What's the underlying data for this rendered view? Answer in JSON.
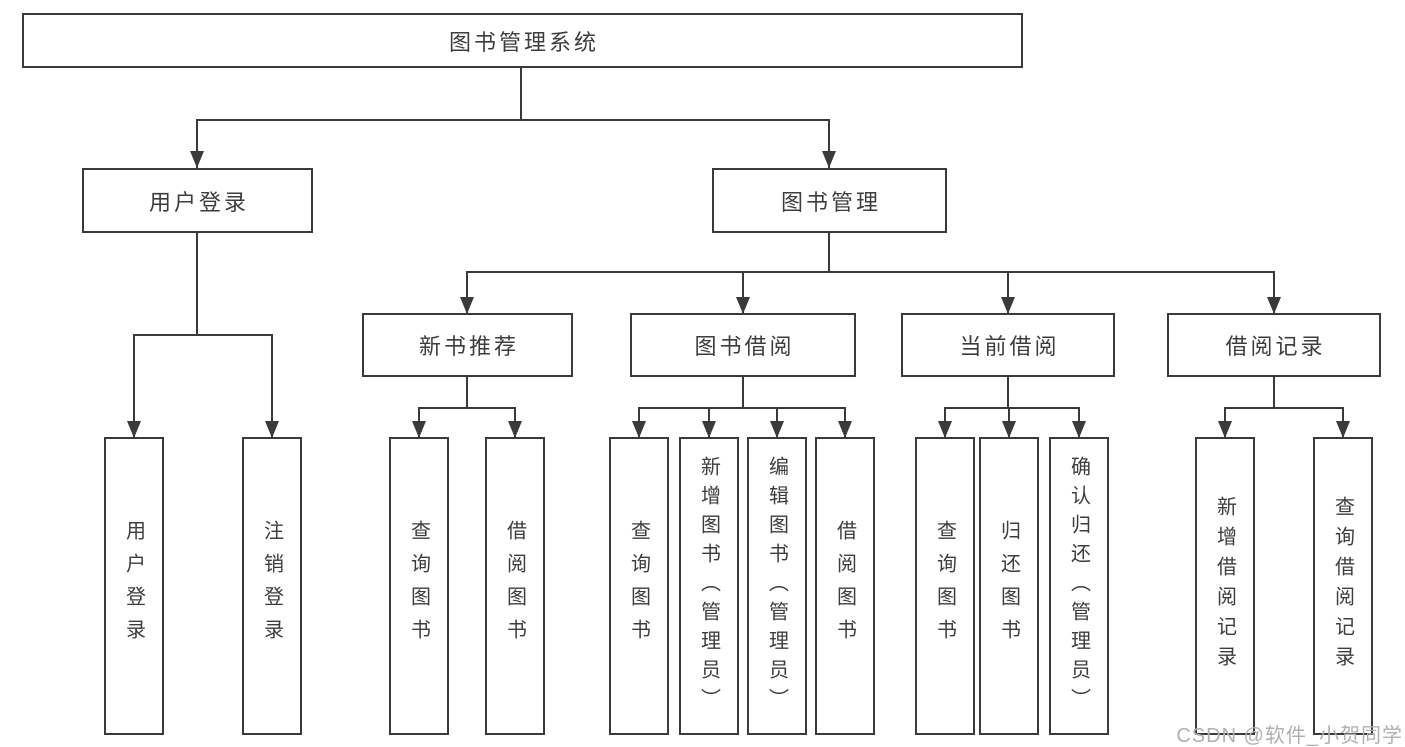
{
  "tree": {
    "label": "图书管理系统",
    "children": [
      {
        "label": "用户登录",
        "children": [
          {
            "label": "用户登录"
          },
          {
            "label": "注销登录"
          }
        ]
      },
      {
        "label": "图书管理",
        "children": [
          {
            "label": "新书推荐",
            "children": [
              {
                "label": "查询图书"
              },
              {
                "label": "借阅图书"
              }
            ]
          },
          {
            "label": "图书借阅",
            "children": [
              {
                "label": "查询图书"
              },
              {
                "label": "新增图书（管理员）"
              },
              {
                "label": "编辑图书（管理员）"
              },
              {
                "label": "借阅图书"
              }
            ]
          },
          {
            "label": "当前借阅",
            "children": [
              {
                "label": "查询图书"
              },
              {
                "label": "归还图书"
              },
              {
                "label": "确认归还（管理员）"
              }
            ]
          },
          {
            "label": "借阅记录",
            "children": [
              {
                "label": "新增借阅记录"
              },
              {
                "label": "查询借阅记录"
              }
            ]
          }
        ]
      }
    ]
  },
  "watermark": "CSDN @软件_小贺同学",
  "colors": {
    "line": "#3a3a3a",
    "text": "#3d3d3d",
    "watermark": "#b0b0b0",
    "background": "#ffffff"
  }
}
